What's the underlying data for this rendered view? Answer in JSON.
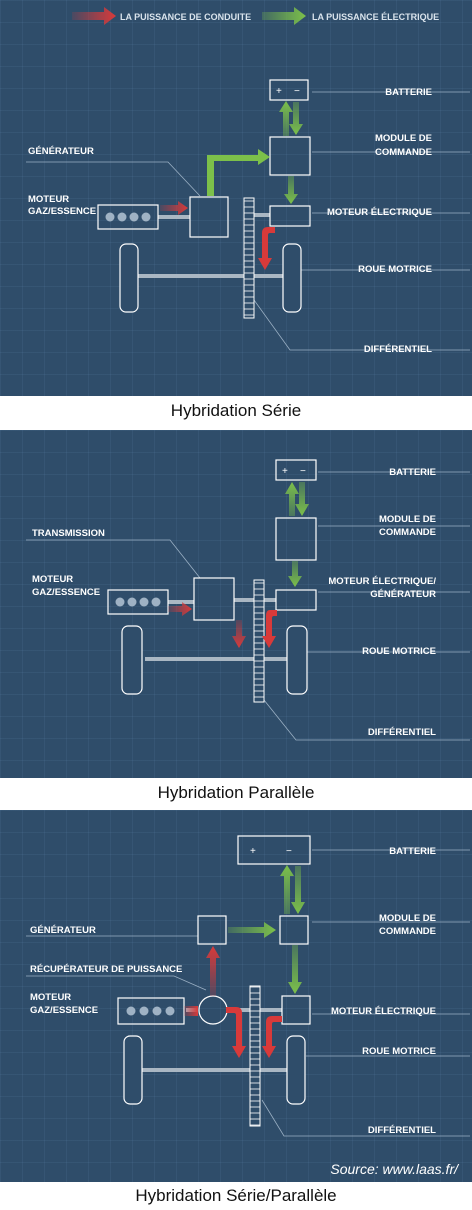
{
  "legend": {
    "driving_power": "LA PUISSANCE DE CONDUITE",
    "electric_power": "LA PUISSANCE ÉLECTRIQUE",
    "colors": {
      "driving": "#d83a3a",
      "electric": "#7cc04a"
    }
  },
  "diagrams": [
    {
      "caption": "Hybridation Série",
      "labels": {
        "battery": "BATTERIE",
        "control_module_1": "MODULE DE",
        "control_module_2": "COMMANDE",
        "generator": "GÉNÉRATEUR",
        "engine_1": "MOTEUR",
        "engine_2": "GAZ/ESSENCE",
        "electric_motor_1": "MOTEUR ÉLECTRIQUE",
        "drive_wheel": "ROUE MOTRICE",
        "differential": "DIFFÉRENTIEL"
      }
    },
    {
      "caption": "Hybridation Parallèle",
      "labels": {
        "battery": "BATTERIE",
        "control_module_1": "MODULE DE",
        "control_module_2": "COMMANDE",
        "transmission": "TRANSMISSION",
        "engine_1": "MOTEUR",
        "engine_2": "GAZ/ESSENCE",
        "electric_motor_1": "MOTEUR ÉLECTRIQUE/",
        "electric_motor_2": "GÉNÉRATEUR",
        "drive_wheel": "ROUE MOTRICE",
        "differential": "DIFFÉRENTIEL"
      }
    },
    {
      "caption": "Hybridation Série/Parallèle",
      "source": "Source: www.laas.fr/",
      "labels": {
        "battery": "BATTERIE",
        "control_module_1": "MODULE DE",
        "control_module_2": "COMMANDE",
        "generator": "GÉNÉRATEUR",
        "power_recovery": "RÉCUPÉRATEUR DE PUISSANCE",
        "engine_1": "MOTEUR",
        "engine_2": "GAZ/ESSENCE",
        "electric_motor_1": "MOTEUR ÉLECTRIQUE",
        "drive_wheel": "ROUE MOTRICE",
        "differential": "DIFFÉRENTIEL"
      }
    }
  ],
  "battery_symbols": {
    "plus": "+",
    "minus": "−"
  }
}
